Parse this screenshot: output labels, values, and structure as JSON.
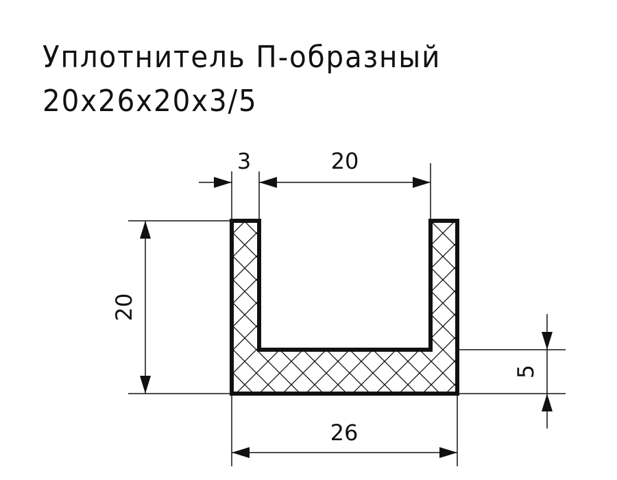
{
  "title": {
    "line1": "Уплотнитель П-образный",
    "line2": "20x26x20x3/5"
  },
  "dimensions": {
    "wall_thickness": "3",
    "inner_width": "20",
    "height": "20",
    "outer_width": "26",
    "base_thickness": "5"
  },
  "colors": {
    "line": "#111111",
    "background": "#ffffff"
  }
}
